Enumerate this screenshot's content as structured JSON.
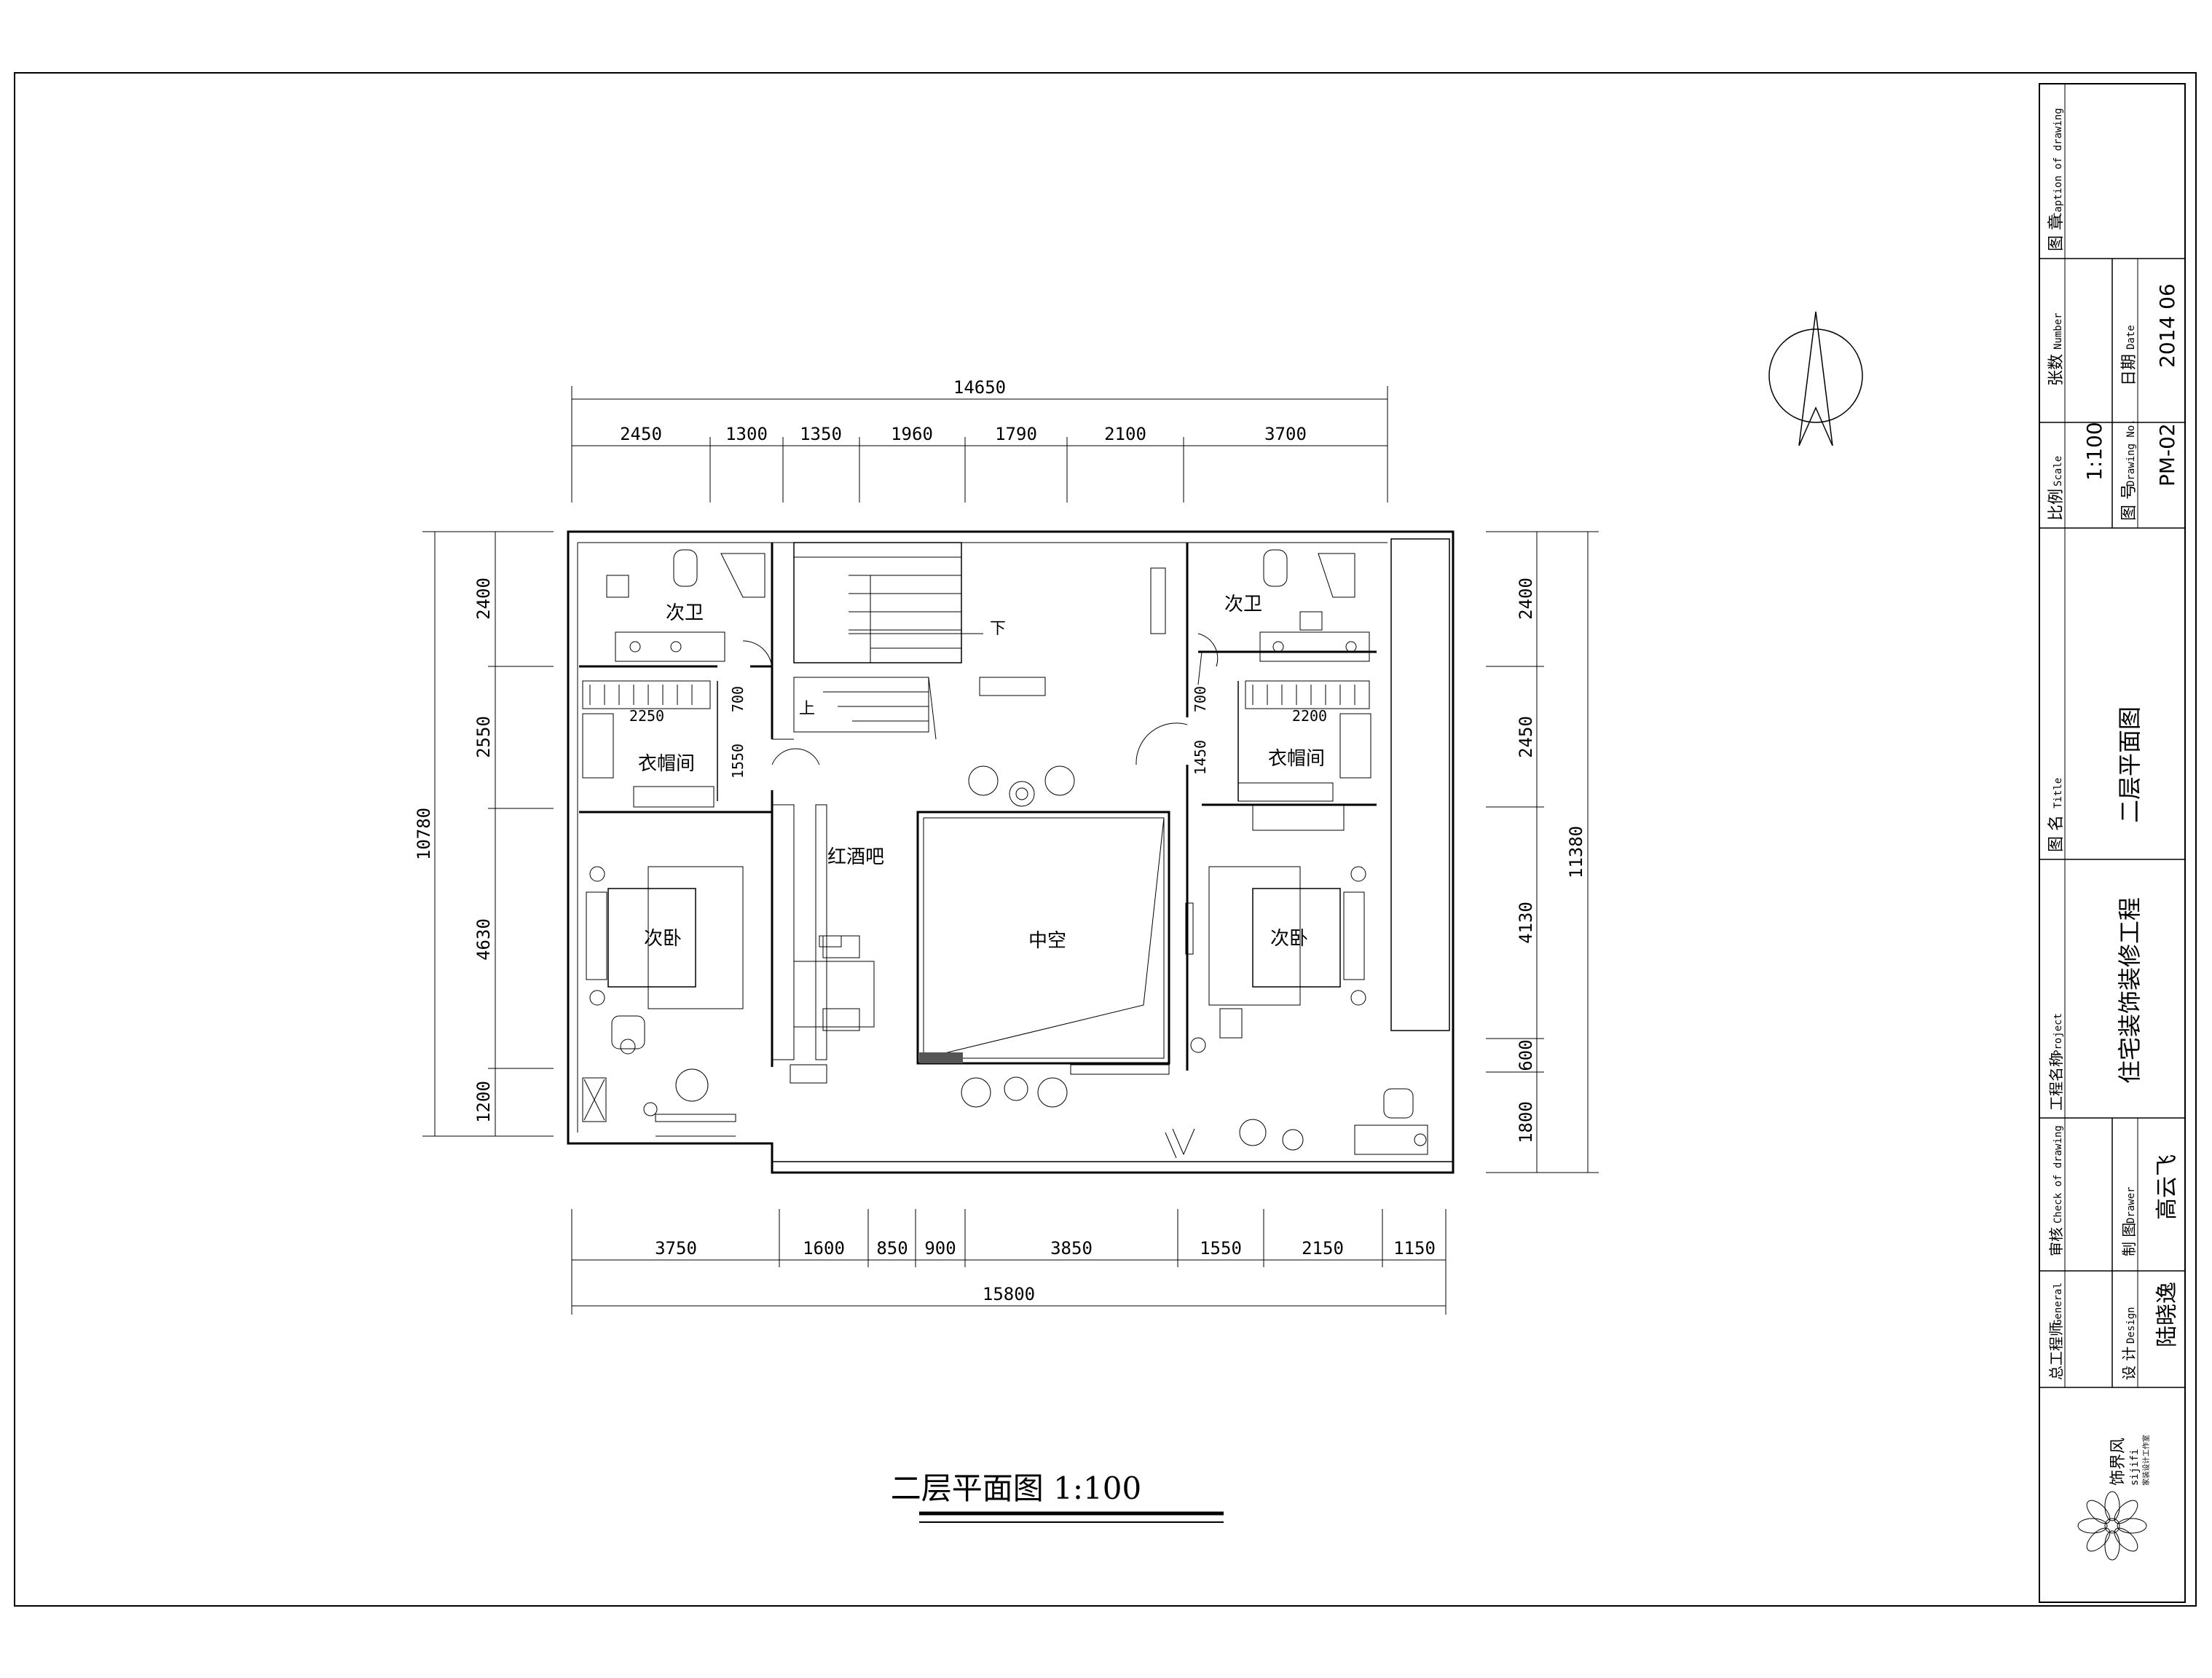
{
  "drawing": {
    "title_label": "二层平面图 1:100",
    "rooms": {
      "bath_left": "次卫",
      "bath_right": "次卫",
      "closet_left": "衣帽间",
      "closet_right": "衣帽间",
      "bedroom_left": "次卧",
      "bedroom_right": "次卧",
      "wine_bar": "红酒吧",
      "void": "中空",
      "stair_up": "上",
      "stair_down": "下"
    },
    "dims_top_total": "14650",
    "dims_top": [
      "2450",
      "1300",
      "1350",
      "1960",
      "1790",
      "2100",
      "3700"
    ],
    "dims_bottom_total": "15800",
    "dims_bottom": [
      "3750",
      "1600",
      "850",
      "900",
      "3850",
      "1550",
      "2150",
      "1150"
    ],
    "dims_left_total": "10780",
    "dims_left": [
      "2400",
      "2550",
      "4630",
      "1200"
    ],
    "dims_right_total": "11380",
    "dims_right": [
      "2400",
      "2450",
      "4130",
      "600",
      "1800"
    ],
    "inner_dims": {
      "l_2250": "2250",
      "l_700": "700",
      "l_1550": "1550",
      "r_2200": "2200",
      "r_700": "700",
      "r_1450": "1450"
    }
  },
  "title_block": {
    "caption_label": "图 章",
    "caption_en": "Caption of drawing",
    "number_label": "张数",
    "number_en": "Number",
    "date_label": "日期",
    "date_en": "Date",
    "date_value": "2014 06",
    "scale_label": "比例",
    "scale_en": "Scale",
    "scale_value": "1:100",
    "drawing_no_label": "图 号",
    "drawing_no_en": "Drawing No.",
    "drawing_no_value": "PM-02",
    "title_label": "图 名",
    "title_en": "Title",
    "title_value": "二层平面图",
    "project_label": "工程名称",
    "project_en": "Project",
    "project_value": "住宅装饰装修工程",
    "check_label": "审核",
    "check_en": "Check of drawing",
    "drawer_label": "制 图",
    "drawer_en": "Drawer",
    "drawer_value": "高云飞",
    "chief_label": "总工程师",
    "chief_en": "General",
    "design_label": "设 计",
    "design_en": "Design",
    "design_value": "陆晓逸",
    "logo_name": "饰界风",
    "logo_pinyin": "sijifi",
    "logo_sub": "家装设计工作室"
  }
}
